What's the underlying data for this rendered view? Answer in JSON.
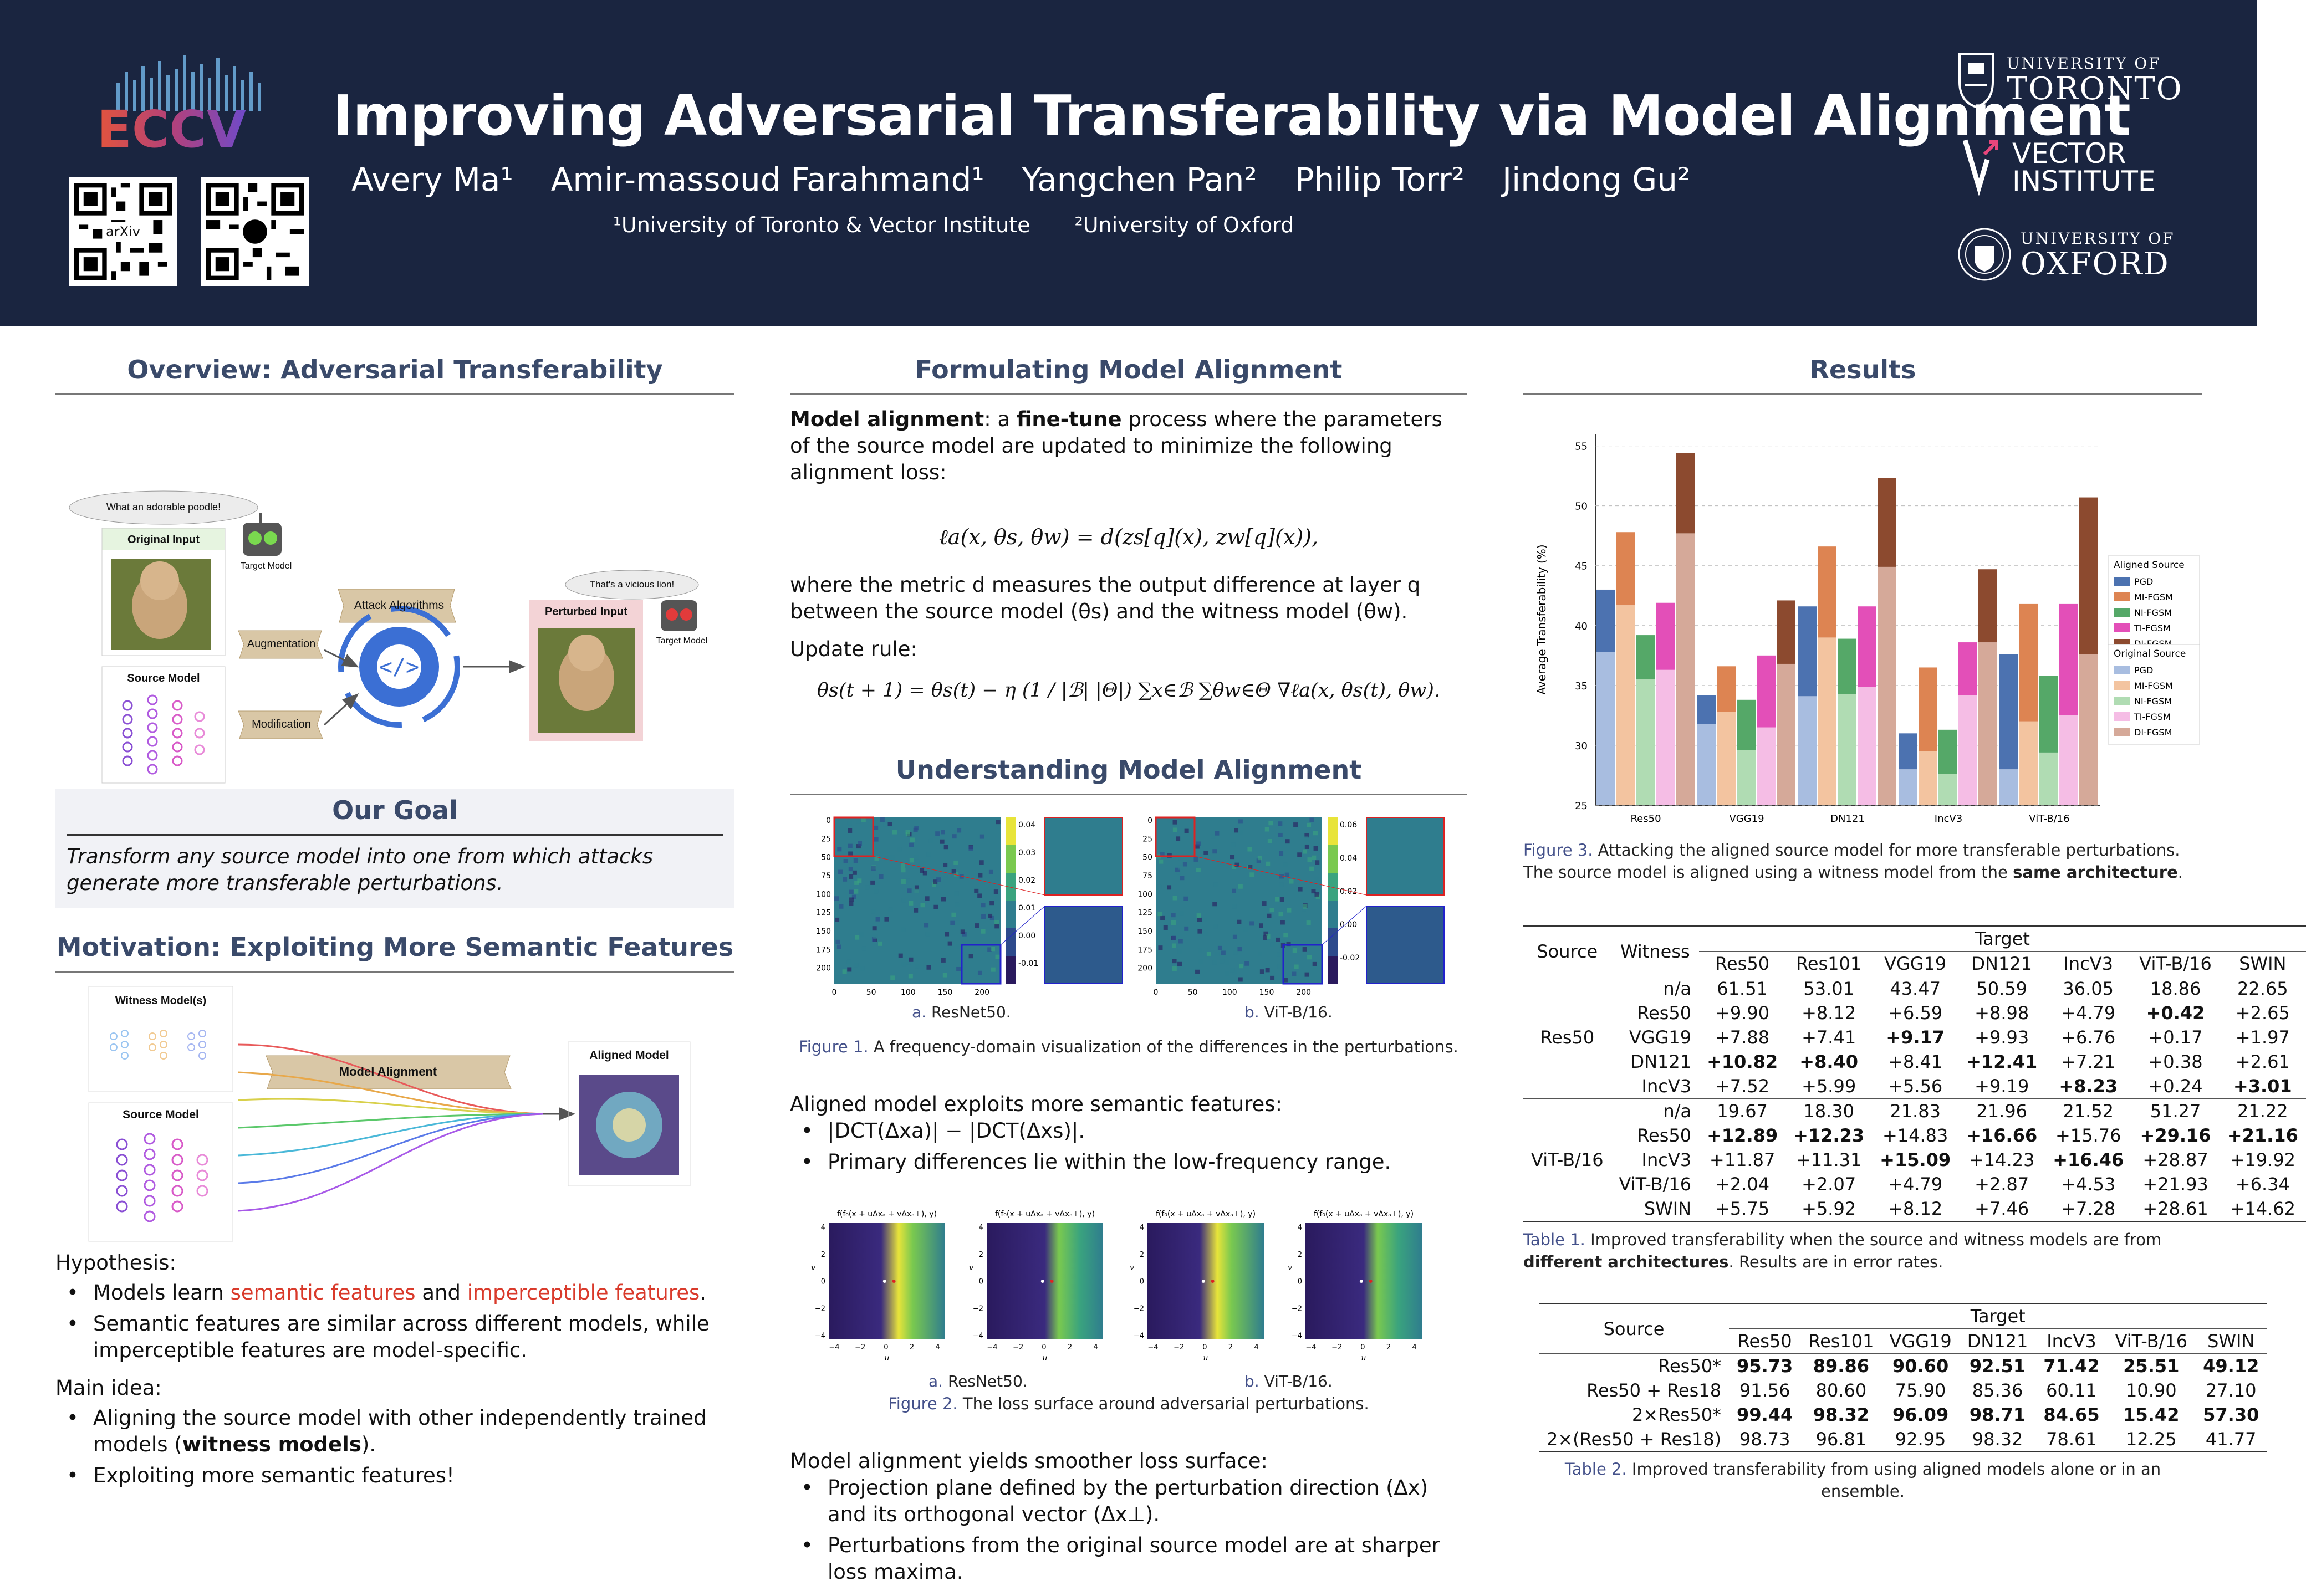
{
  "header": {
    "title": "Improving Adversarial Transferability via Model Alignment",
    "authors": [
      "Avery Ma¹",
      "Amir-massoud Farahmand¹",
      "Yangchen Pan²",
      "Philip Torr²",
      "Jindong Gu²"
    ],
    "affiliations": [
      "¹University of Toronto & Vector Institute",
      "²University of Oxford"
    ],
    "conference_logo": "ECCV",
    "qr_codes": [
      "arXiv",
      "github-icon"
    ],
    "institutions": {
      "toronto": {
        "line1": "UNIVERSITY OF",
        "line2": "TORONTO"
      },
      "vector": {
        "line1": "VECTOR",
        "line2": "INSTITUTE"
      },
      "oxford": {
        "line1": "UNIVERSITY OF",
        "line2": "OXFORD"
      }
    }
  },
  "overview": {
    "title": "Overview: Adversarial Transferability",
    "bubble1": "What an adorable poodle!",
    "bubble2": "That's a vicious lion!",
    "original_input": "Original Input",
    "target_model": "Target Model",
    "attack_algorithms": "Attack Algorithms",
    "augmentation": "Augmentation",
    "modification": "Modification",
    "source_model": "Source Model",
    "perturbed_input": "Perturbed Input"
  },
  "goal": {
    "title": "Our Goal",
    "text": "Transform any source model into one from which attacks generate more transferable perturbations."
  },
  "motivation": {
    "title": "Motivation: Exploiting More Semantic Features",
    "witness_models": "Witness Model(s)",
    "source_model": "Source Model",
    "model_alignment": "Model Alignment",
    "aligned_model": "Aligned Model",
    "hypothesis_label": "Hypothesis:",
    "hyp_1_a": "Models learn ",
    "hyp_1_b": "semantic features",
    "hyp_1_c": " and ",
    "hyp_1_d": "imperceptible features",
    "hyp_1_e": ".",
    "hyp_2": "Semantic features are similar across different models, while imperceptible features are model-specific.",
    "main_idea_label": "Main idea:",
    "idea_1_a": "Aligning the source model with other independently trained models (",
    "idea_1_b": "witness models",
    "idea_1_c": ").",
    "idea_2": "Exploiting more semantic features!"
  },
  "formulating": {
    "title": "Formulating Model Alignment",
    "p1_a": "Model alignment",
    "p1_b": ": a ",
    "p1_c": "fine-tune",
    "p1_d": " process where the parameters of the source model are updated to minimize the following alignment loss:",
    "loss_eq": "ℓa(x, θs, θw) = d(zs[q](x), zw[q](x)),",
    "p2": "where the metric d measures the output difference at layer q between the source model (θs) and the witness model (θw).",
    "update_label": "Update rule:",
    "update_eq": "θs(t + 1) = θs(t) − η (1 / |ℬ| |Θ|) ∑x∈ℬ ∑θw∈Θ ∇ℓa(x, θs(t), θw)."
  },
  "understanding": {
    "title": "Understanding Model Alignment",
    "fig1_a_label": "a.",
    "fig1_a_name": "ResNet50.",
    "fig1_b_label": "b.",
    "fig1_b_name": "ViT-B/16.",
    "fig1_yticks": [
      "0",
      "25",
      "50",
      "75",
      "100",
      "125",
      "150",
      "175",
      "200"
    ],
    "fig1_xticks": [
      "0",
      "50",
      "100",
      "150",
      "200"
    ],
    "fig1_a_cbar": [
      "0.04",
      "0.03",
      "0.02",
      "0.01",
      "0.00",
      "-0.01"
    ],
    "fig1_b_cbar": [
      "0.06",
      "0.04",
      "0.02",
      "0.00",
      "-0.02"
    ],
    "fig1_caption_a": "Figure 1.",
    "fig1_caption_b": " A frequency-domain visualization of the differences in the perturbations.",
    "semantic_heading": "Aligned model exploits more semantic features:",
    "sem_1": "|DCT(Δxa)| − |DCT(Δxs)|.",
    "sem_2": "Primary differences lie within the low-frequency range.",
    "fig2_panel_title": "f(f₀(x + uΔxₐ + vΔxₐ⊥), y)",
    "fig2_yticks": [
      "4",
      "2",
      "0",
      "−2",
      "−4"
    ],
    "fig2_xticks": [
      "−4",
      "−2",
      "0",
      "2",
      "4"
    ],
    "fig2_axis_u": "u",
    "fig2_axis_v": "v",
    "fig2_a_label": "a.",
    "fig2_a_name": "ResNet50.",
    "fig2_b_label": "b.",
    "fig2_b_name": "ViT-B/16.",
    "fig2_caption_a": "Figure 2.",
    "fig2_caption_b": " The loss surface around adversarial perturbations.",
    "smooth_heading": "Model alignment yields smoother loss surface:",
    "smooth_1": "Projection plane defined by the perturbation direction (Δx) and its orthogonal vector (Δx⊥).",
    "smooth_2": "Perturbations from the original source model are at sharper loss maxima."
  },
  "results": {
    "title": "Results",
    "fig3_caption_a": "Figure 3.",
    "fig3_caption_b": " Attacking the aligned source model for more transferable perturbations. The source model is aligned using a witness model from the ",
    "fig3_caption_c": "same architecture",
    "fig3_caption_d": ".",
    "table1_caption_a": "Table 1.",
    "table1_caption_b": " Improved transferability when the source and witness models are from ",
    "table1_caption_c": "different architectures",
    "table1_caption_d": ". Results are in error rates.",
    "table2_caption_a": "Table 2.",
    "table2_caption_b": " Improved transferability from using aligned models alone or in an ensemble.",
    "table1": {
      "h_source": "Source",
      "h_witness": "Witness",
      "h_target": "Target",
      "targets": [
        "Res50",
        "Res101",
        "VGG19",
        "DN121",
        "IncV3",
        "ViT-B/16",
        "SWIN"
      ],
      "groups": [
        {
          "source": "Res50",
          "rows": [
            {
              "w": "n/a",
              "v": [
                "61.51",
                "53.01",
                "43.47",
                "50.59",
                "36.05",
                "18.86",
                "22.65"
              ],
              "bold": []
            },
            {
              "w": "Res50",
              "v": [
                "+9.90",
                "+8.12",
                "+6.59",
                "+8.98",
                "+4.79",
                "+0.42",
                "+2.65"
              ],
              "bold": [
                5
              ]
            },
            {
              "w": "VGG19",
              "v": [
                "+7.88",
                "+7.41",
                "+9.17",
                "+9.93",
                "+6.76",
                "+0.17",
                "+1.97"
              ],
              "bold": [
                2
              ]
            },
            {
              "w": "DN121",
              "v": [
                "+10.82",
                "+8.40",
                "+8.41",
                "+12.41",
                "+7.21",
                "+0.38",
                "+2.61"
              ],
              "bold": [
                0,
                1,
                3
              ]
            },
            {
              "w": "IncV3",
              "v": [
                "+7.52",
                "+5.99",
                "+5.56",
                "+9.19",
                "+8.23",
                "+0.24",
                "+3.01"
              ],
              "bold": [
                4,
                6
              ]
            }
          ]
        },
        {
          "source": "ViT-B/16",
          "rows": [
            {
              "w": "n/a",
              "v": [
                "19.67",
                "18.30",
                "21.83",
                "21.96",
                "21.52",
                "51.27",
                "21.22"
              ],
              "bold": []
            },
            {
              "w": "Res50",
              "v": [
                "+12.89",
                "+12.23",
                "+14.83",
                "+16.66",
                "+15.76",
                "+29.16",
                "+21.16"
              ],
              "bold": [
                0,
                1,
                3,
                5,
                6
              ]
            },
            {
              "w": "IncV3",
              "v": [
                "+11.87",
                "+11.31",
                "+15.09",
                "+14.23",
                "+16.46",
                "+28.87",
                "+19.92"
              ],
              "bold": [
                2,
                4
              ]
            },
            {
              "w": "ViT-B/16",
              "v": [
                "+2.04",
                "+2.07",
                "+4.79",
                "+2.87",
                "+4.53",
                "+21.93",
                "+6.34"
              ],
              "bold": []
            },
            {
              "w": "SWIN",
              "v": [
                "+5.75",
                "+5.92",
                "+8.12",
                "+7.46",
                "+7.28",
                "+28.61",
                "+14.62"
              ],
              "bold": []
            }
          ]
        }
      ]
    },
    "table2": {
      "h_source": "Source",
      "h_target": "Target",
      "targets": [
        "Res50",
        "Res101",
        "VGG19",
        "DN121",
        "IncV3",
        "ViT-B/16",
        "SWIN"
      ],
      "rows": [
        {
          "s": "Res50*",
          "v": [
            "95.73",
            "89.86",
            "90.60",
            "92.51",
            "71.42",
            "25.51",
            "49.12"
          ],
          "bold": true
        },
        {
          "s": "Res50 + Res18",
          "v": [
            "91.56",
            "80.60",
            "75.90",
            "85.36",
            "60.11",
            "10.90",
            "27.10"
          ],
          "bold": false
        },
        {
          "s": "2×Res50*",
          "v": [
            "99.44",
            "98.32",
            "96.09",
            "98.71",
            "84.65",
            "15.42",
            "57.30"
          ],
          "bold": true
        },
        {
          "s": "2×(Res50 + Res18)",
          "v": [
            "98.73",
            "96.81",
            "92.95",
            "98.32",
            "78.61",
            "12.25",
            "41.77"
          ],
          "bold": false
        }
      ]
    }
  },
  "chart_data": {
    "type": "bar",
    "title": "",
    "xlabel": "",
    "ylabel": "Average Transferability (%)",
    "ylim": [
      25,
      56
    ],
    "yticks": [
      25,
      30,
      35,
      40,
      45,
      50,
      55
    ],
    "categories": [
      "Res50",
      "VGG19",
      "DN121",
      "IncV3",
      "ViT-B/16"
    ],
    "legend_position": "right",
    "legend_aligned_title": "Aligned Source",
    "legend_original_title": "Original Source",
    "series": [
      {
        "name": "PGD",
        "color": "#4c72b0",
        "light": "#a8bde0",
        "original": [
          37.8,
          31.8,
          34.1,
          28.0,
          28.0
        ],
        "aligned": [
          43.0,
          34.2,
          41.6,
          31.0,
          37.6
        ]
      },
      {
        "name": "MI-FGSM",
        "color": "#dd8452",
        "light": "#f3c4a0",
        "original": [
          41.7,
          32.8,
          39.0,
          29.5,
          32.0
        ],
        "aligned": [
          47.8,
          36.6,
          46.6,
          36.5,
          41.8
        ]
      },
      {
        "name": "NI-FGSM",
        "color": "#55a868",
        "light": "#b0dcb3",
        "original": [
          35.5,
          29.6,
          34.3,
          27.6,
          29.4
        ],
        "aligned": [
          39.2,
          33.8,
          38.9,
          31.3,
          35.8
        ]
      },
      {
        "name": "TI-FGSM",
        "color": "#e34fb8",
        "light": "#f5bde5",
        "original": [
          36.3,
          31.5,
          34.9,
          34.2,
          32.5
        ],
        "aligned": [
          41.9,
          37.5,
          41.6,
          38.6,
          41.8
        ]
      },
      {
        "name": "DI-FGSM",
        "color": "#8c4a2f",
        "light": "#d5a999",
        "original": [
          47.7,
          36.8,
          44.9,
          38.6,
          37.6
        ],
        "aligned": [
          54.4,
          42.1,
          52.3,
          44.7,
          50.7
        ]
      }
    ]
  }
}
